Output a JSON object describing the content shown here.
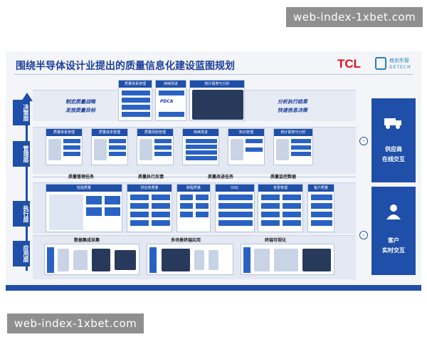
{
  "watermark": {
    "text": "web-index-1xbet.com"
  },
  "header": {
    "title": "围绕半导体设计业提出的质量信息化建设蓝图规划",
    "logo_tcl": "TCL",
    "logo_cn": "格创东智",
    "logo_en": "GETECH"
  },
  "layers": [
    {
      "label": "决策层"
    },
    {
      "label": "管理层"
    },
    {
      "label": "执行层"
    },
    {
      "label": "应用层"
    }
  ],
  "decision": {
    "left_text_1": "制定质量战略",
    "left_text_2": "发放质量目标",
    "right_text_1": "分析执行结果",
    "right_text_2": "快速信息决策",
    "box1": "质量体系管理",
    "box2": "持续改进",
    "box2_mid": "PDCA",
    "box3": "统计报表与分析"
  },
  "management": {
    "boxes": [
      "质量体系管理",
      "质量成本管理",
      "质量风险管理",
      "持续改进",
      "知识管理",
      "统计报表与分析"
    ],
    "links": [
      "质量管理任务",
      "质量执行反馈",
      "质量改进任务",
      "质量监控数据"
    ]
  },
  "execution": {
    "boxes": [
      "检验质量",
      "供应商质量",
      "制程质量",
      "OQC",
      "变更管理",
      "客户质量"
    ]
  },
  "application": {
    "sections": [
      "数据集成采集",
      "多场景终端应用",
      "终端可视化"
    ]
  },
  "right_panel": {
    "top_title_1": "供应商",
    "top_title_2": "在线交互",
    "bottom_title_1": "客户",
    "bottom_title_2": "实时交互"
  }
}
